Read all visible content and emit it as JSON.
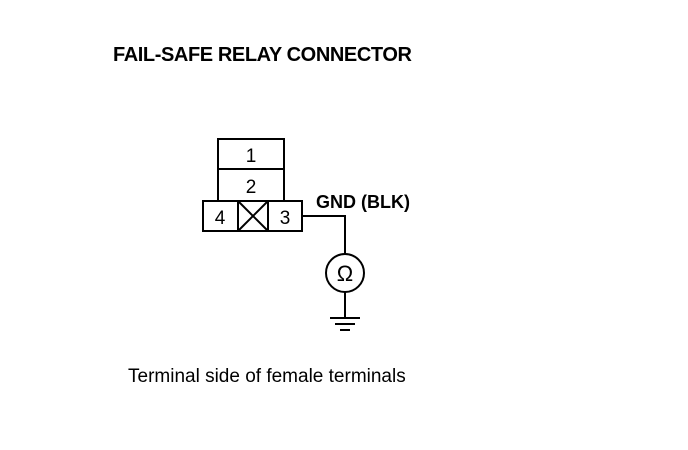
{
  "title": "FAIL-SAFE RELAY CONNECTOR",
  "caption": "Terminal side of female terminals",
  "connector": {
    "pins": [
      "1",
      "2",
      "3",
      "4"
    ],
    "wire_label": "GND (BLK)"
  },
  "icons": {
    "meter": "ohmmeter-icon",
    "ground": "ground-icon",
    "blank_cavity": "cross-box-icon"
  },
  "meter_symbol": "Ω"
}
